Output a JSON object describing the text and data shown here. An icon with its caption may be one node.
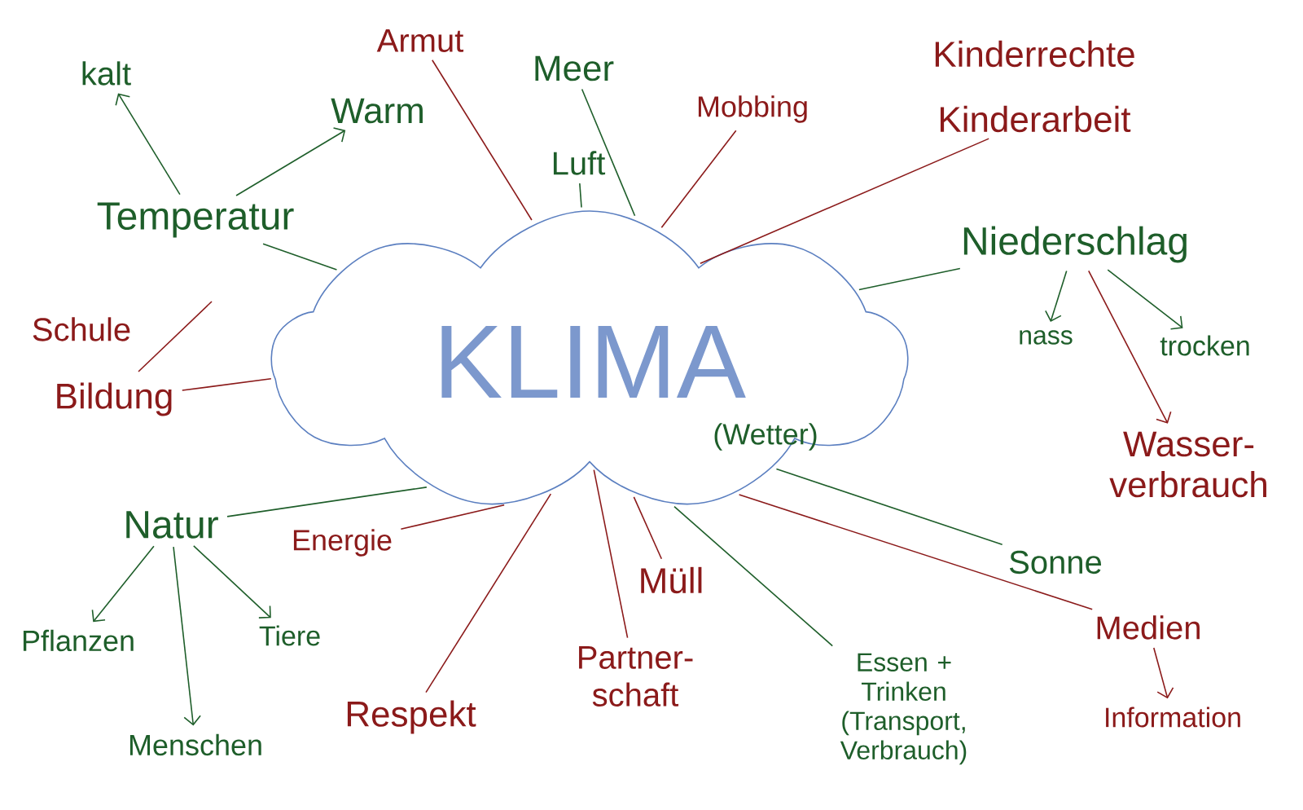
{
  "diagram": {
    "nodes": [
      {
        "text": [
          "KLIMA",
          "(Wetter)"
        ]
      },
      {
        "text": [
          "kalt"
        ]
      },
      {
        "text": [
          "Warm"
        ]
      },
      {
        "text": [
          "Temperatur"
        ]
      },
      {
        "text": [
          "Armut"
        ]
      },
      {
        "text": [
          "Meer"
        ]
      },
      {
        "text": [
          "Luft"
        ]
      },
      {
        "text": [
          "Mobbing"
        ]
      },
      {
        "text": [
          "Kinderrechte"
        ]
      },
      {
        "text": [
          "Kinderarbeit"
        ]
      },
      {
        "text": [
          "Niederschlag"
        ]
      },
      {
        "text": [
          "nass"
        ]
      },
      {
        "text": [
          "trocken"
        ]
      },
      {
        "text": [
          "Schule"
        ]
      },
      {
        "text": [
          "Bildung"
        ]
      },
      {
        "text": [
          "Wasser- verbrauch"
        ]
      },
      {
        "text": [
          "Natur"
        ]
      },
      {
        "text": [
          "Energie"
        ]
      },
      {
        "text": [
          "Pflanzen"
        ]
      },
      {
        "text": [
          "Tiere"
        ]
      },
      {
        "text": [
          "Menschen"
        ]
      },
      {
        "text": [
          "Respekt"
        ]
      },
      {
        "text": [
          "Partner- schaft"
        ]
      },
      {
        "text": [
          "Müll"
        ]
      },
      {
        "text": [
          "Essen + Trinken (Transport, Verbrauch)"
        ]
      },
      {
        "text": [
          "Sonne"
        ]
      },
      {
        "text": [
          "Medien"
        ]
      },
      {
        "text": [
          "Information"
        ]
      }
    ],
    "edges": [
      {
        "from": 3,
        "to": 1,
        "arrow": "to"
      },
      {
        "from": 3,
        "to": 2,
        "arrow": "to"
      },
      {
        "from": 3,
        "to": 0,
        "arrow": "none"
      },
      {
        "from": 4,
        "to": 0,
        "arrow": "none",
        "color": "#8b1a1a"
      },
      {
        "from": 5,
        "to": 0,
        "arrow": "none"
      },
      {
        "from": 6,
        "to": 0,
        "arrow": "none"
      },
      {
        "from": 7,
        "to": 0,
        "arrow": "none",
        "color": "#8b1a1a"
      },
      {
        "from": 9,
        "to": 0,
        "arrow": "none",
        "color": "#8b1a1a"
      },
      {
        "from": 10,
        "to": 0,
        "arrow": "none"
      },
      {
        "from": 10,
        "to": 11,
        "arrow": "to"
      },
      {
        "from": 10,
        "to": 12,
        "arrow": "to"
      },
      {
        "from": 10,
        "to": 15,
        "arrow": "to",
        "color": "#8b1a1a"
      },
      {
        "from": 14,
        "to": 0,
        "arrow": "none",
        "color": "#8b1a1a"
      },
      {
        "from": 16,
        "to": 0,
        "arrow": "none"
      },
      {
        "from": 16,
        "to": 18,
        "arrow": "to"
      },
      {
        "from": 16,
        "to": 19,
        "arrow": "to"
      },
      {
        "from": 16,
        "to": 20,
        "arrow": "to"
      },
      {
        "from": 17,
        "to": 0,
        "arrow": "none",
        "color": "#8b1a1a"
      },
      {
        "from": 21,
        "to": 0,
        "arrow": "none",
        "color": "#8b1a1a"
      },
      {
        "from": 22,
        "to": 0,
        "arrow": "none",
        "color": "#8b1a1a"
      },
      {
        "from": 23,
        "to": 0,
        "arrow": "none",
        "color": "#8b1a1a"
      },
      {
        "from": 24,
        "to": 0,
        "arrow": "none"
      },
      {
        "from": 25,
        "to": 0,
        "arrow": "none"
      },
      {
        "from": 26,
        "to": 0,
        "arrow": "none",
        "color": "#8b1a1a"
      },
      {
        "from": 26,
        "to": 27,
        "arrow": "to",
        "color": "#8b1a1a"
      }
    ]
  }
}
